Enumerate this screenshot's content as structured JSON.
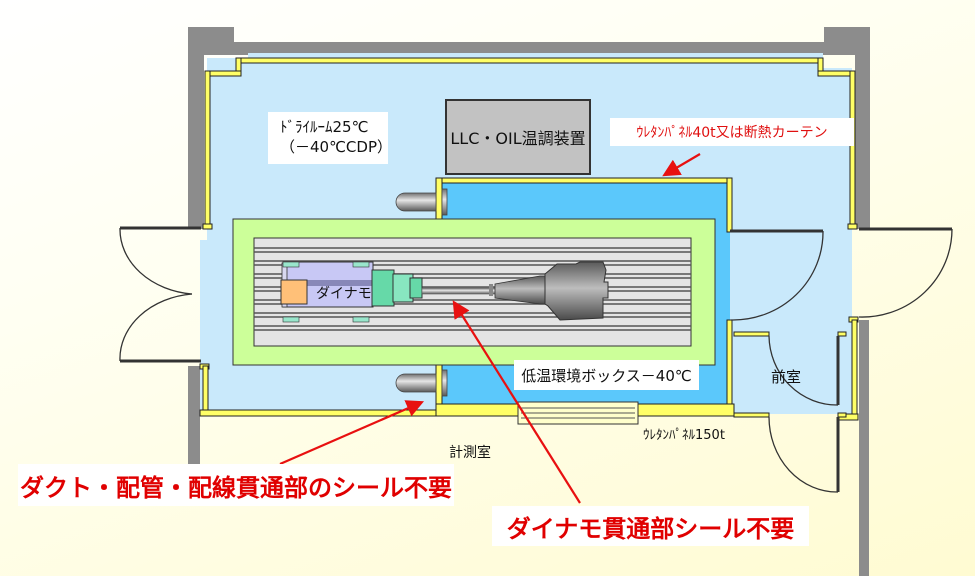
{
  "diagram": {
    "rooms": {
      "dry_room": {
        "line1": "ﾄﾞﾗｲﾙｰﾑ25℃",
        "line2": "（－40℃CDP）"
      },
      "llc_oil_unit": "LLC・OIL温調装置",
      "cold_box": "低温環境ボックス－40℃",
      "anteroom": "前室",
      "measurement_room": "計測室"
    },
    "components": {
      "dynamo": "ダイナモ"
    },
    "annotations": {
      "urethane_40t": "ｳﾚﾀﾝﾊﾟﾈﾙ40t又は断熱カーテン",
      "urethane_150t": "ｳﾚﾀﾝﾊﾟﾈﾙ150t"
    },
    "callouts": {
      "duct_seal": "ダクト・配管・配線貫通部のシール不要",
      "dynamo_seal": "ダイナモ貫通部シール不要"
    },
    "colors": {
      "dry_room_fill": "#c9e9fb",
      "cold_box_fill": "#5bc8fb",
      "bed_fill": "#ccff99",
      "insulation_panel": "#ffff66",
      "wall": "#8c8c8c",
      "callout_text": "#e00000",
      "arrow": "#e81010"
    }
  }
}
